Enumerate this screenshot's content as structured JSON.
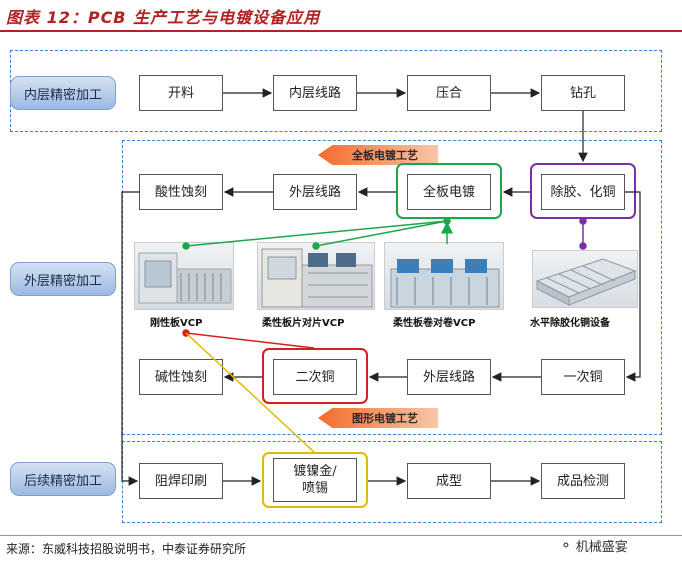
{
  "title": "图表 12：PCB 生产工艺与电镀设备应用",
  "sections": {
    "inner": "内层精密加工",
    "outer": "外层精密加工",
    "post": "后续精密加工"
  },
  "steps": {
    "cutting": "开料",
    "inner_circuit": "内层线路",
    "lamination": "压合",
    "drilling": "钻孔",
    "desmear": "除胶、化铜",
    "panel_plating": "全板电镀",
    "outer_circuit_1": "外层线路",
    "acid_etching": "酸性蚀刻",
    "first_copper": "一次铜",
    "outer_circuit_2": "外层线路",
    "second_copper": "二次铜",
    "alkaline_etching": "碱性蚀刻",
    "solder_mask": "阻焊印刷",
    "ni_au_tin_1": "镀镍金/",
    "ni_au_tin_2": "喷锡",
    "forming": "成型",
    "final_inspection": "成品检测"
  },
  "banners": {
    "panel": "全板电镀工艺",
    "pattern": "图形电镀工艺"
  },
  "equipment": {
    "rigid_vcp": "刚性板VCP",
    "flex_sheet_vcp": "柔性板片对片VCP",
    "flex_roll_vcp": "柔性板卷对卷VCP",
    "horizontal": "水平除胶化铜设备"
  },
  "colors": {
    "green": "#1aa84a",
    "purple": "#7b2fa6",
    "red": "#d62020",
    "yellow": "#e3b800",
    "dashed": "#3f7fd0",
    "banner": "#f08a4b"
  },
  "source": "来源：东威科技招股说明书，中泰证券研究所",
  "watermark": "机械盛宴"
}
